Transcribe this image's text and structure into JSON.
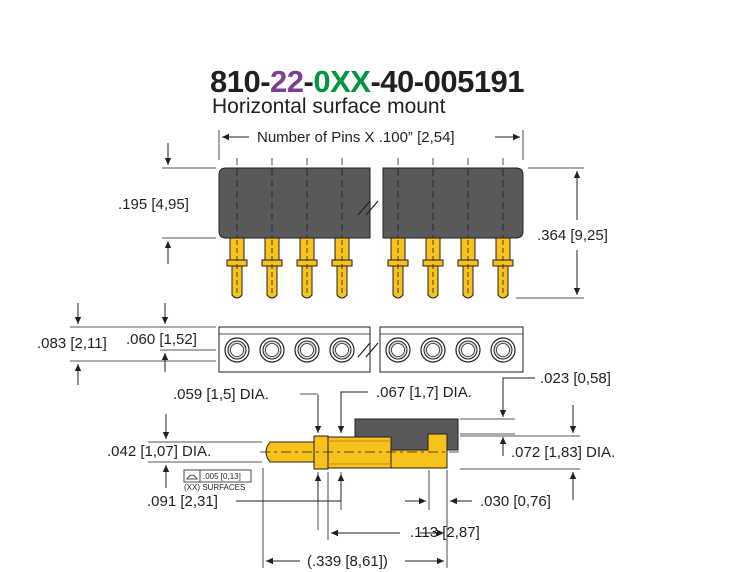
{
  "part_number": {
    "p1": "810-",
    "p2": "22",
    "p3": "-",
    "p4": "0XX",
    "p5": "-40-005191"
  },
  "subtitle": "Horizontal surface mount",
  "colors": {
    "text": "#231f20",
    "purple": "#7c3f98",
    "green": "#00963f",
    "body_gray": "#58595b",
    "gold": "#f7c21b",
    "gold_dark": "#c08a10"
  },
  "dimensions": {
    "pins_pitch": "Number of Pins X .100” [2,54]",
    "height_195": ".195 [4,95]",
    "height_364": ".364 [9,25]",
    "d083": ".083 [2,11]",
    "d060": ".060 [1,52]",
    "dia059": ".059 [1,5] DIA.",
    "dia067": ".067 [1,7] DIA.",
    "d023": ".023 [0,58]",
    "dia042": ".042 [1,07] DIA.",
    "dia072": ".072 [1,83] DIA.",
    "tol": ".005 [0,13]",
    "tol_note": "(XX) SURFACES",
    "d091": ".091 [2,31]",
    "d030": ".030 [0,76]",
    "d113": ".113 [2,87]",
    "d339": "(.339 [8,61])"
  }
}
